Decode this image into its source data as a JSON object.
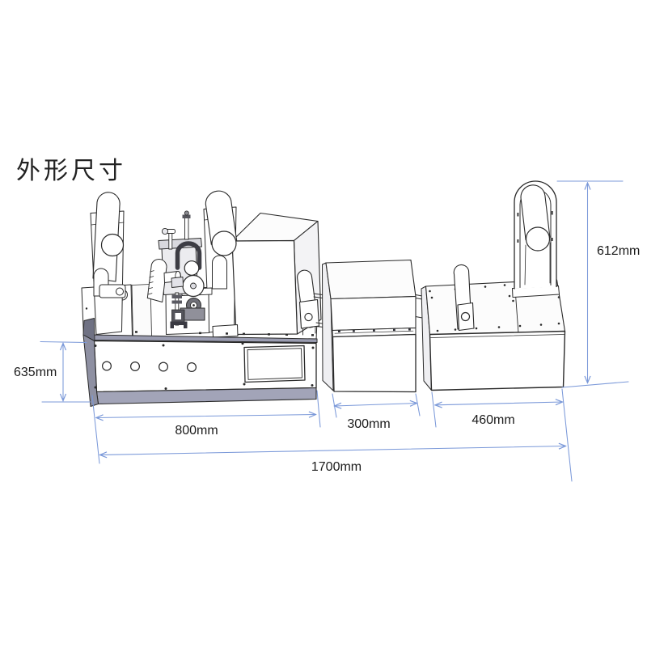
{
  "title": "外形尺寸",
  "dimensions": {
    "left_height": "635mm",
    "right_height": "612mm",
    "unit1_width": "800mm",
    "unit2_width": "300mm",
    "unit3_width": "460mm",
    "total_width": "1700mm"
  },
  "colors": {
    "background": "#ffffff",
    "line_art": "#2a2a2a",
    "dimension_line": "#7b99d9",
    "dimension_text": "#1b1b1b",
    "base_plinth": "#a2a4b8",
    "deck_strip": "#9a9cb0",
    "side_shadow": "#8e90a2"
  }
}
